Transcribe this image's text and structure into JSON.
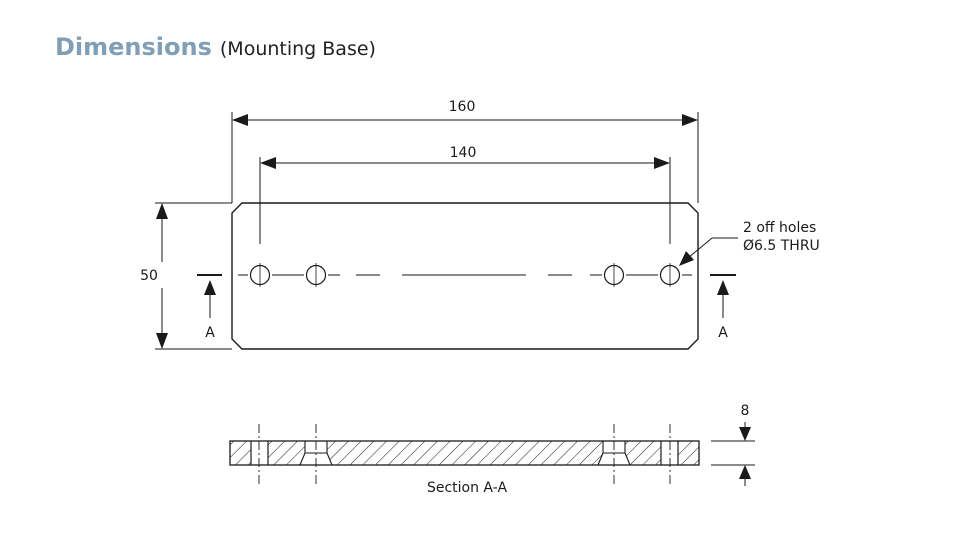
{
  "header": {
    "title": "Dimensions",
    "subtitle": "(Mounting Base)"
  },
  "dimensions": {
    "overall_length": "160",
    "hole_spacing": "140",
    "width": "50",
    "thickness": "8"
  },
  "callout": {
    "line1": "2 off holes",
    "line2": "Ø6.5 THRU"
  },
  "section_marks": {
    "left": "A",
    "right": "A"
  },
  "section_caption": "Section A-A",
  "colors": {
    "title": "#7f9fb8",
    "line": "#1a1a1a"
  }
}
